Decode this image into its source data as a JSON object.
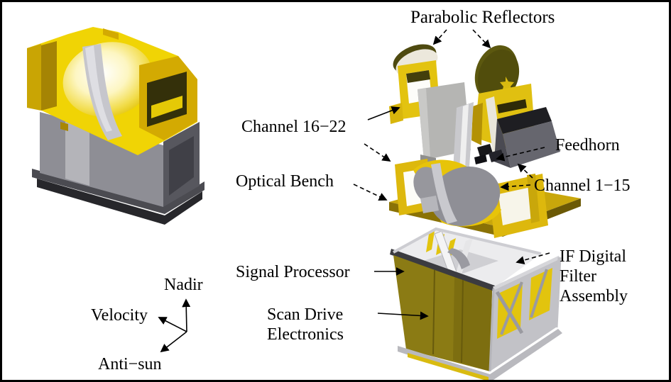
{
  "figure": {
    "description": "Exploded view diagram of a scanning microwave sounder instrument with assembled unit at left and coordinate axes",
    "background": "#ffffff",
    "border_color": "#000000"
  },
  "labels": {
    "parabolic_reflectors": "Parabolic Reflectors",
    "channel_16_22": "Channel 16−22",
    "optical_bench": "Optical Bench",
    "feedhorn": "Feedhorn",
    "channel_1_15": "Channel 1−15",
    "signal_processor": "Signal Processor",
    "scan_drive_electronics": [
      "Scan Drive",
      "Electronics"
    ],
    "if_digital_filter_assembly": [
      "IF Digital",
      "Filter",
      "Assembly"
    ]
  },
  "axes": {
    "nadir": "Nadir",
    "velocity": "Velocity",
    "anti_sun": "Anti−sun"
  },
  "palette": {
    "instrument_yellow": "#f0d405",
    "dark_yellow": "#c9a504",
    "olive_panel": "#8b7b14",
    "dark_olive_dish": "#514d0c",
    "cream_dish": "#ece8dc",
    "light_gray": "#c9c9cd",
    "mid_gray": "#8e8e95",
    "dark_gray": "#55555c",
    "near_black": "#27272b",
    "text": "#000000"
  }
}
